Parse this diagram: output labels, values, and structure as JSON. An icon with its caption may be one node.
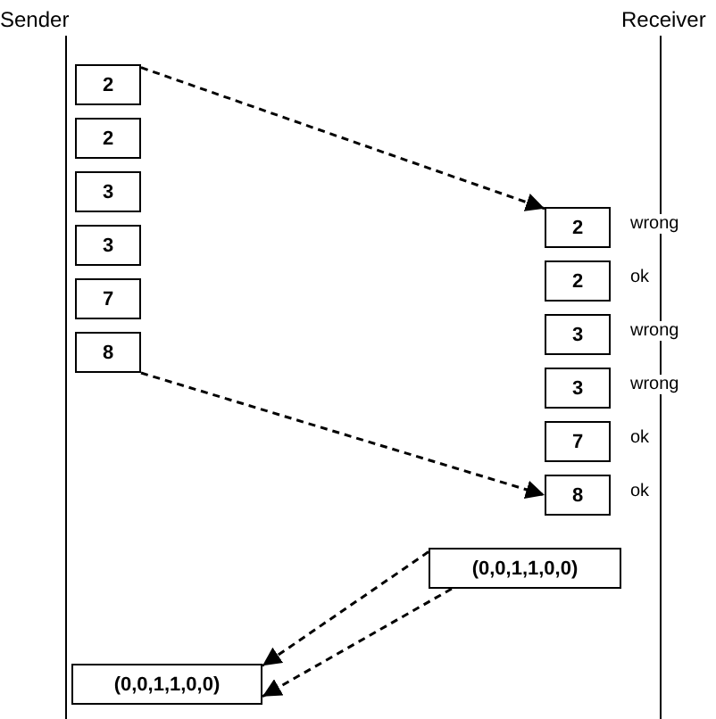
{
  "diagram": {
    "nodes": [
      {
        "text": [
          "2"
        ]
      },
      {
        "text": [
          "2"
        ]
      },
      {
        "text": [
          "3"
        ]
      },
      {
        "text": [
          "3"
        ]
      },
      {
        "text": [
          "7"
        ]
      },
      {
        "text": [
          "8"
        ]
      },
      {
        "text": [
          "2"
        ],
        "beside": [
          "wrong"
        ]
      },
      {
        "text": [
          "2"
        ],
        "beside": [
          "ok"
        ]
      },
      {
        "text": [
          "3"
        ],
        "beside": [
          "wrong"
        ]
      },
      {
        "text": [
          "3"
        ],
        "beside": [
          "wrong"
        ]
      },
      {
        "text": [
          "7"
        ],
        "beside": [
          "ok"
        ]
      },
      {
        "text": [
          "8"
        ],
        "beside": [
          "ok"
        ]
      },
      {
        "text": [
          "(0,0,1,1,0,0)"
        ]
      },
      {
        "text": [
          "(0,0,1,1,0,0)"
        ]
      }
    ],
    "edges": [
      {
        "from": 0,
        "to": 6,
        "arrow": "to",
        "style": "dashed"
      },
      {
        "from": 5,
        "to": 11,
        "arrow": "to",
        "style": "dashed"
      },
      {
        "from": 12,
        "to": 13,
        "arrow": "to",
        "style": "dashed"
      },
      {
        "from": 12,
        "to": 13,
        "arrow": "to",
        "style": "dashed"
      }
    ],
    "labels": [
      "Sender",
      "Receiver"
    ]
  }
}
